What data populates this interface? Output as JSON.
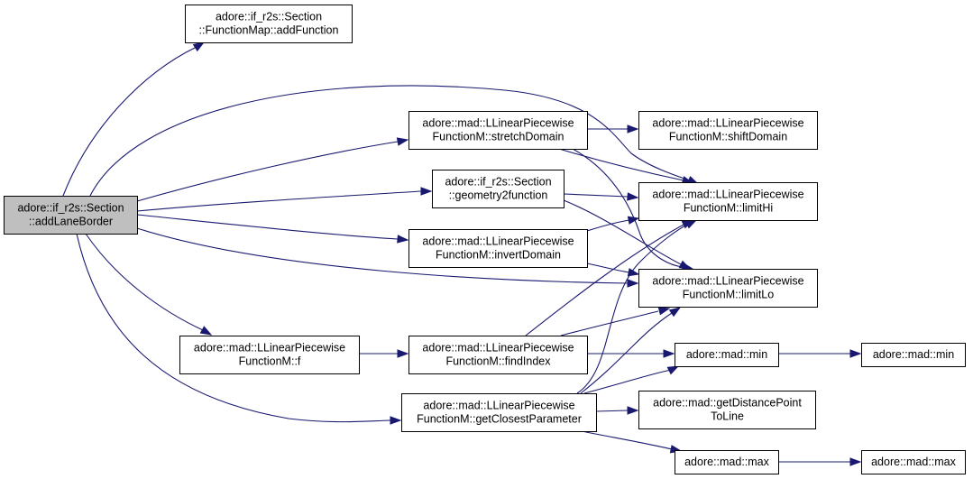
{
  "diagram": {
    "type": "call-graph",
    "colors": {
      "edge": "#191970",
      "root_fill": "#bfbfbf",
      "node_fill": "#ffffff",
      "border": "#000000"
    },
    "nodes": [
      {
        "id": "addLaneBorder",
        "lines": [
          "adore::if_r2s::Section",
          "::addLaneBorder"
        ],
        "root": true
      },
      {
        "id": "addFunction",
        "lines": [
          "adore::if_r2s::Section",
          "::FunctionMap::addFunction"
        ]
      },
      {
        "id": "stretchDomain",
        "lines": [
          "adore::mad::LLinearPiecewise",
          "FunctionM::stretchDomain"
        ]
      },
      {
        "id": "shiftDomain",
        "lines": [
          "adore::mad::LLinearPiecewise",
          "FunctionM::shiftDomain"
        ]
      },
      {
        "id": "geometry2function",
        "lines": [
          "adore::if_r2s::Section",
          "::geometry2function"
        ]
      },
      {
        "id": "limitHi",
        "lines": [
          "adore::mad::LLinearPiecewise",
          "FunctionM::limitHi"
        ]
      },
      {
        "id": "invertDomain",
        "lines": [
          "adore::mad::LLinearPiecewise",
          "FunctionM::invertDomain"
        ]
      },
      {
        "id": "limitLo",
        "lines": [
          "adore::mad::LLinearPiecewise",
          "FunctionM::limitLo"
        ]
      },
      {
        "id": "f",
        "lines": [
          "adore::mad::LLinearPiecewise",
          "FunctionM::f"
        ]
      },
      {
        "id": "findIndex",
        "lines": [
          "adore::mad::LLinearPiecewise",
          "FunctionM::findIndex"
        ]
      },
      {
        "id": "min1",
        "lines": [
          "adore::mad::min"
        ]
      },
      {
        "id": "min2",
        "lines": [
          "adore::mad::min"
        ]
      },
      {
        "id": "getClosestParameter",
        "lines": [
          "adore::mad::LLinearPiecewise",
          "FunctionM::getClosestParameter"
        ]
      },
      {
        "id": "getDistancePointToLine",
        "lines": [
          "adore::mad::getDistancePoint",
          "ToLine"
        ]
      },
      {
        "id": "max1",
        "lines": [
          "adore::mad::max"
        ]
      },
      {
        "id": "max2",
        "lines": [
          "adore::mad::max"
        ]
      }
    ],
    "edges": [
      {
        "from": "addLaneBorder",
        "to": "addFunction"
      },
      {
        "from": "addLaneBorder",
        "to": "stretchDomain"
      },
      {
        "from": "addLaneBorder",
        "to": "limitHi"
      },
      {
        "from": "addLaneBorder",
        "to": "geometry2function"
      },
      {
        "from": "addLaneBorder",
        "to": "invertDomain"
      },
      {
        "from": "addLaneBorder",
        "to": "limitLo"
      },
      {
        "from": "addLaneBorder",
        "to": "f"
      },
      {
        "from": "addLaneBorder",
        "to": "getClosestParameter"
      },
      {
        "from": "stretchDomain",
        "to": "shiftDomain"
      },
      {
        "from": "stretchDomain",
        "to": "limitHi"
      },
      {
        "from": "stretchDomain",
        "to": "limitLo"
      },
      {
        "from": "geometry2function",
        "to": "limitHi"
      },
      {
        "from": "geometry2function",
        "to": "limitLo"
      },
      {
        "from": "invertDomain",
        "to": "limitHi"
      },
      {
        "from": "invertDomain",
        "to": "limitLo"
      },
      {
        "from": "f",
        "to": "findIndex"
      },
      {
        "from": "findIndex",
        "to": "limitHi"
      },
      {
        "from": "findIndex",
        "to": "limitLo"
      },
      {
        "from": "findIndex",
        "to": "min1"
      },
      {
        "from": "min1",
        "to": "min2"
      },
      {
        "from": "getClosestParameter",
        "to": "limitHi"
      },
      {
        "from": "getClosestParameter",
        "to": "limitLo"
      },
      {
        "from": "getClosestParameter",
        "to": "min1"
      },
      {
        "from": "getClosestParameter",
        "to": "getDistancePointToLine"
      },
      {
        "from": "getClosestParameter",
        "to": "max1"
      },
      {
        "from": "max1",
        "to": "max2"
      }
    ]
  }
}
